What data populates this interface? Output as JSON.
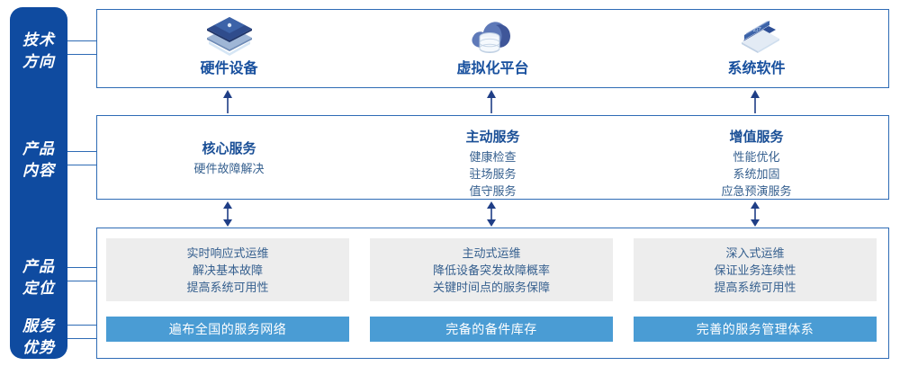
{
  "theme": {
    "sidebar_bg": "#0F4BA0",
    "panel_border": "#2E6BB5",
    "title_blue": "#18509E",
    "body_blue": "#36608F",
    "gray_box_bg": "#EDEDED",
    "blue_bar_bg": "#4A9CD4",
    "white": "#FFFFFF"
  },
  "sidebar": {
    "items": [
      {
        "line1": "技术",
        "line2": "方向"
      },
      {
        "line1": "产品",
        "line2": "内容"
      },
      {
        "line1": "产品",
        "line2": "定位"
      },
      {
        "line1": "服务",
        "line2": "优势"
      }
    ]
  },
  "tech_row": {
    "columns": [
      {
        "icon": "server-stack-icon",
        "label": "硬件设备"
      },
      {
        "icon": "cloud-database-icon",
        "label": "虚拟化平台"
      },
      {
        "icon": "laptop-code-icon",
        "label": "系统软件"
      }
    ]
  },
  "content_row": {
    "columns": [
      {
        "title": "核心服务",
        "items": [
          "硬件故障解决"
        ]
      },
      {
        "title": "主动服务",
        "items": [
          "健康检查",
          "驻场服务",
          "值守服务"
        ]
      },
      {
        "title": "增值服务",
        "items": [
          "性能优化",
          "系统加固",
          "应急预演服务"
        ]
      }
    ]
  },
  "positioning_row": {
    "boxes": [
      {
        "lines": [
          "实时响应式运维",
          "解决基本故障",
          "提高系统可用性"
        ]
      },
      {
        "lines": [
          "主动式运维",
          "降低设备突发故障概率",
          "关键时间点的服务保障"
        ]
      },
      {
        "lines": [
          "深入式运维",
          "保证业务连续性",
          "提高系统可用性"
        ]
      }
    ]
  },
  "advantage_row": {
    "bars": [
      {
        "label": "遍布全国的服务网络"
      },
      {
        "label": "完备的备件库存"
      },
      {
        "label": "完善的服务管理体系"
      }
    ]
  },
  "connectors": {
    "up_arrows": [
      "arrow-up-hardware",
      "arrow-up-virtualization",
      "arrow-up-system"
    ],
    "double_arrows": [
      "arrow-updown-core",
      "arrow-updown-proactive",
      "arrow-updown-value"
    ]
  }
}
